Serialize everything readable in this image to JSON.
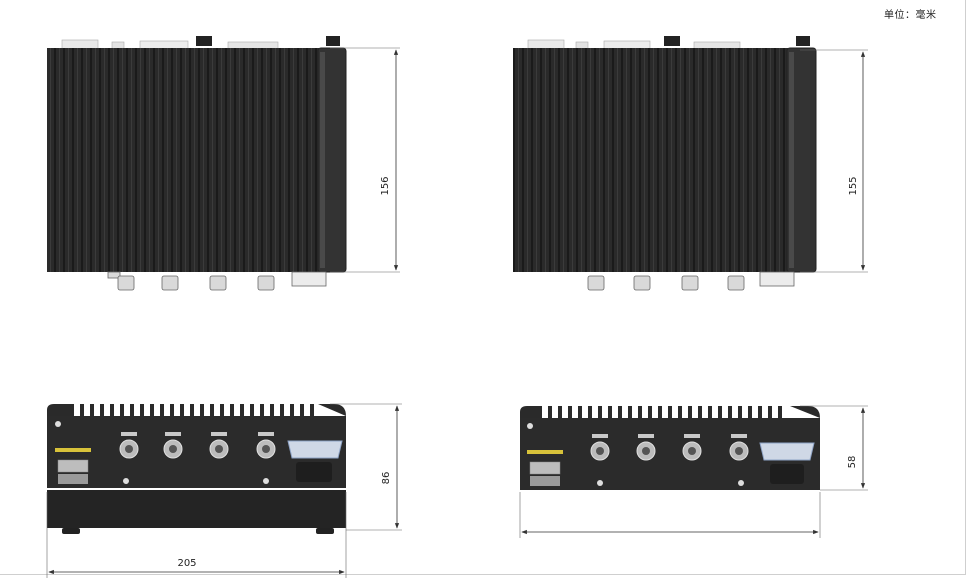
{
  "unit_label": "单位：毫米",
  "views": {
    "top_left": {
      "dimension": "156"
    },
    "top_right": {
      "dimension": "155"
    },
    "front_left": {
      "height_dimension": "86",
      "width_dimension": "205"
    },
    "front_right": {
      "height_dimension": "58"
    }
  },
  "colors": {
    "body": "#2b2b2b",
    "fin_dark": "#1f1f1f",
    "fin_light": "#3a3a3a",
    "label_yellow": "#d8c23a",
    "dimension_line": "#555555"
  }
}
